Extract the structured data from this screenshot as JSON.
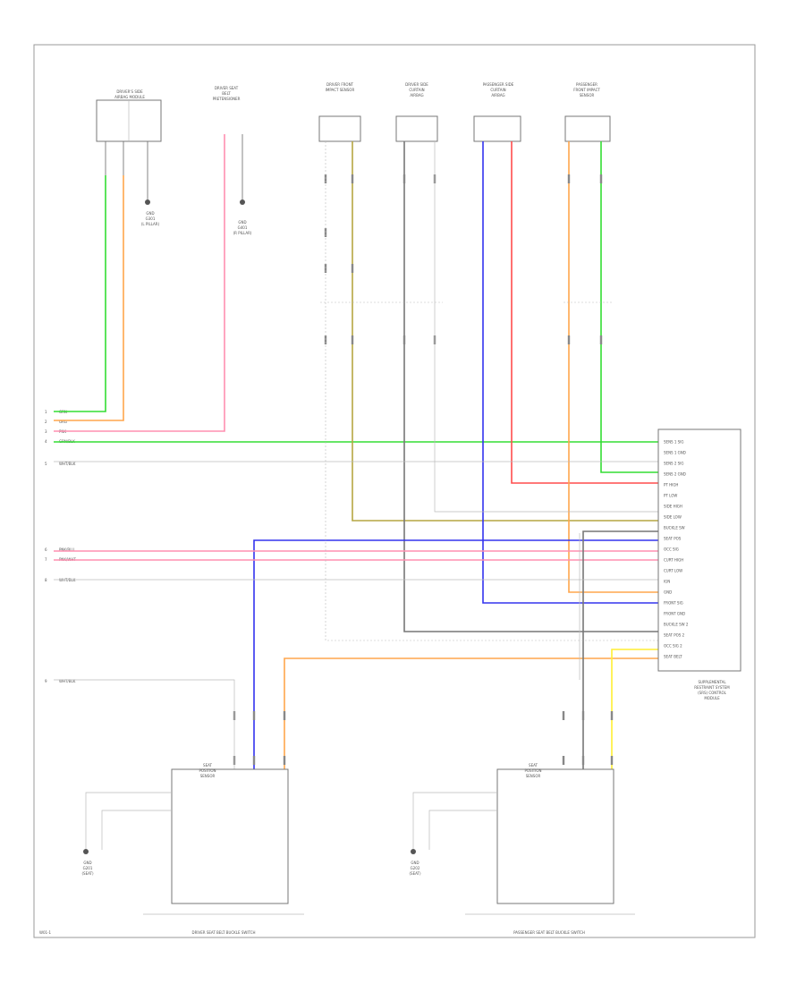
{
  "diagram": {
    "wire_colors": {
      "green": "#33dd33",
      "orange": "#ffa64d",
      "pink": "#ff8fb0",
      "red": "#ff4d4d",
      "blue": "#3333ee",
      "olive": "#b5a642",
      "gray": "#777777",
      "yellow": "#ffee33",
      "black": "#444444"
    },
    "page_id": "W01-1",
    "components": [
      {
        "key": "c1",
        "text": [
          "DRIVER'S SIDE",
          "AIRBAG MODULE"
        ]
      },
      {
        "key": "c2",
        "text": [
          "DRIVER SEAT",
          "BELT",
          "PRETENSIONER"
        ]
      },
      {
        "key": "c3",
        "text": [
          "DRIVER FRONT",
          "IMPACT SENSOR"
        ]
      },
      {
        "key": "c4",
        "text": [
          "DRIVER SIDE",
          "CURTAIN",
          "AIRBAG"
        ]
      },
      {
        "key": "c5",
        "text": [
          "PASSENGER SIDE",
          "CURTAIN",
          "AIRBAG"
        ]
      },
      {
        "key": "c6",
        "text": [
          "PASSENGER",
          "FRONT IMPACT",
          "SENSOR"
        ]
      }
    ],
    "grounds": [
      {
        "key": "g1",
        "text": [
          "GND",
          "G301",
          "(L PILLAR)"
        ]
      },
      {
        "key": "g2",
        "text": [
          "GND",
          "G401",
          "(R PILLAR)"
        ]
      }
    ],
    "left_labels": [
      {
        "num": "1",
        "text": "GRN"
      },
      {
        "num": "2",
        "text": "ORG"
      },
      {
        "num": "3",
        "text": "PNK"
      },
      {
        "num": "4",
        "text": "GRN/BLK"
      },
      {
        "num": "5",
        "text": "WHT/BLK"
      },
      {
        "num": "6",
        "text": "PNK/BLU"
      },
      {
        "num": "7",
        "text": "PNK/WHT"
      },
      {
        "num": "8",
        "text": "WHT/BLK"
      },
      {
        "num": "9",
        "text": "WHT/BLK"
      }
    ],
    "module": {
      "title": [
        "SUPPLEMENTAL",
        "RESTRAINT SYSTEM",
        "(SRS) CONTROL",
        "MODULE"
      ],
      "pins": [
        "SENS 1 SIG",
        "SENS 1 GND",
        "SENS 2 SIG",
        "SENS 2 GND",
        "PT HIGH",
        "PT LOW",
        "SIDE HIGH",
        "SIDE LOW",
        "BUCKLE SW",
        "SEAT POS",
        "OCC SIG",
        "CURT HIGH",
        "CURT LOW",
        "IGN",
        "GND",
        "FRONT SIG",
        "FRONT GND",
        "BUCKLE SW 2",
        "SEAT POS 2",
        "OCC SIG 2",
        "SEAT BELT"
      ]
    },
    "seats": [
      {
        "key": "s1",
        "title": "DRIVER SEAT BELT BUCKLE SWITCH",
        "sensor": [
          "SEAT",
          "POSITION",
          "SENSOR"
        ],
        "ground": [
          "GND",
          "G201",
          "(SEAT)"
        ]
      },
      {
        "key": "s2",
        "title": "PASSENGER SEAT BELT BUCKLE SWITCH",
        "sensor": [
          "SEAT",
          "POSITION",
          "SENSOR"
        ],
        "ground": [
          "GND",
          "G202",
          "(SEAT)"
        ]
      }
    ]
  }
}
